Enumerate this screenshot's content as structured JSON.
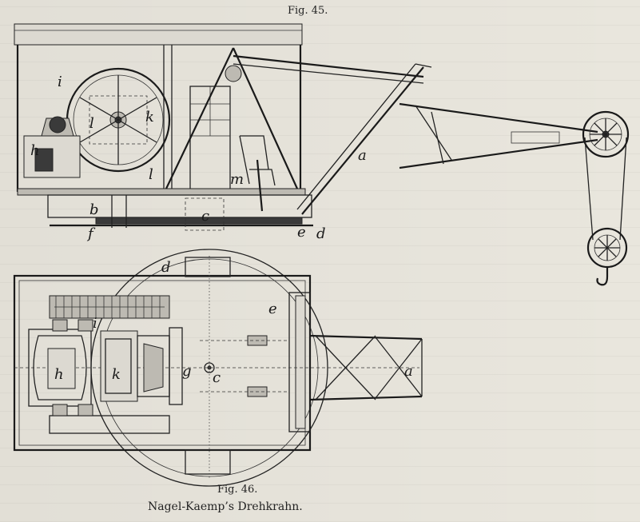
{
  "figure_top": {
    "label": "Fig. 45."
  },
  "figure_bottom": {
    "label": "Fig. 46."
  },
  "caption": "Nagel-Kaemp’s Drehkrahn.",
  "part_letters_top": [
    "i",
    "l",
    "k",
    "h",
    "l",
    "m",
    "c",
    "b",
    "f",
    "e",
    "d",
    "a"
  ],
  "part_letters_bottom": [
    "d",
    "e",
    "i",
    "h",
    "k",
    "g",
    "c",
    "a"
  ]
}
